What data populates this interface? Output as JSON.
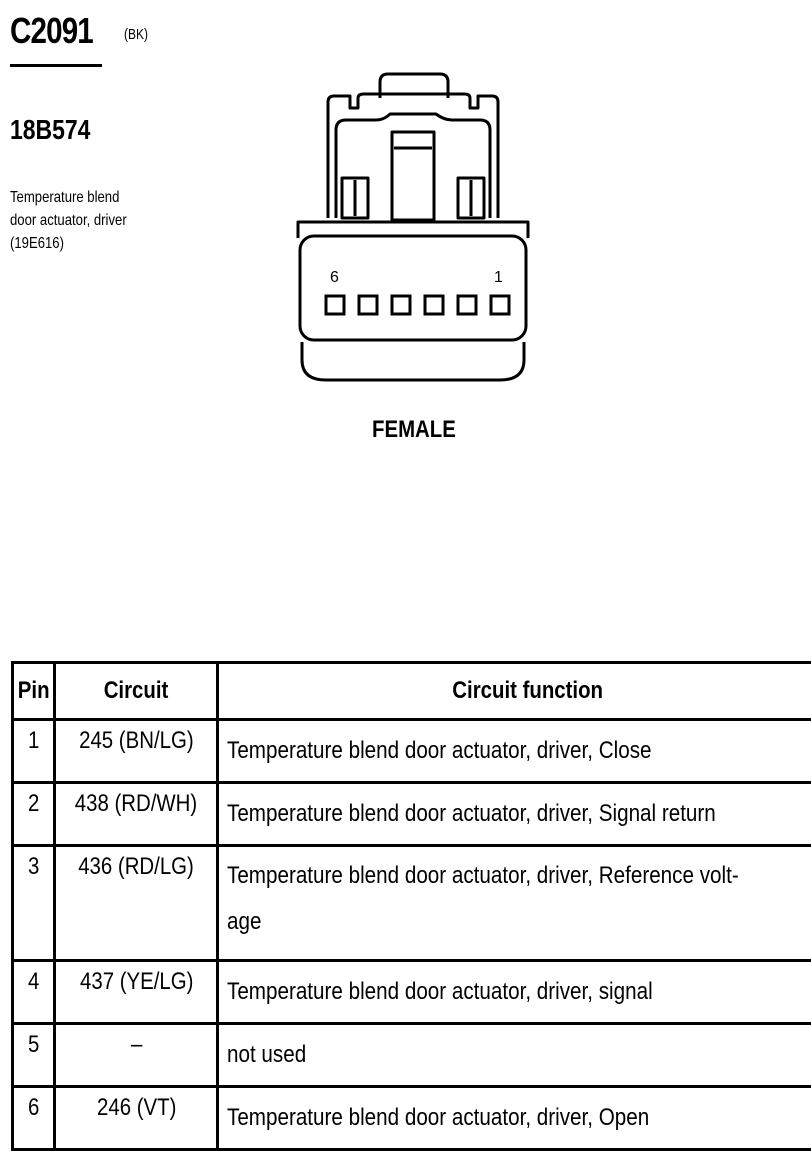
{
  "header": {
    "connector_id": "C2091",
    "color_code": "(BK)",
    "part_number": "18B574",
    "description_lines": [
      "Temperature blend",
      "door actuator, driver",
      "(19E616)"
    ]
  },
  "diagram": {
    "pin_label_left": "6",
    "pin_label_right": "1",
    "gender": "FEMALE"
  },
  "table": {
    "headers": {
      "pin": "Pin",
      "circuit": "Circuit",
      "function": "Circuit function"
    },
    "rows": [
      {
        "pin": "1",
        "circuit": "245 (BN/LG)",
        "function": "Temperature blend door actuator, driver, Close"
      },
      {
        "pin": "2",
        "circuit": "438 (RD/WH)",
        "function": "Temperature blend door actuator, driver, Signal return"
      },
      {
        "pin": "3",
        "circuit": "436 (RD/LG)",
        "function": "Temperature blend door actuator, driver, Reference volt-age"
      },
      {
        "pin": "4",
        "circuit": "437 (YE/LG)",
        "function": "Temperature blend door actuator, driver, signal"
      },
      {
        "pin": "5",
        "circuit": "–",
        "function": "not used"
      },
      {
        "pin": "6",
        "circuit": "246 (VT)",
        "function": "Temperature blend door actuator, driver, Open"
      }
    ]
  }
}
